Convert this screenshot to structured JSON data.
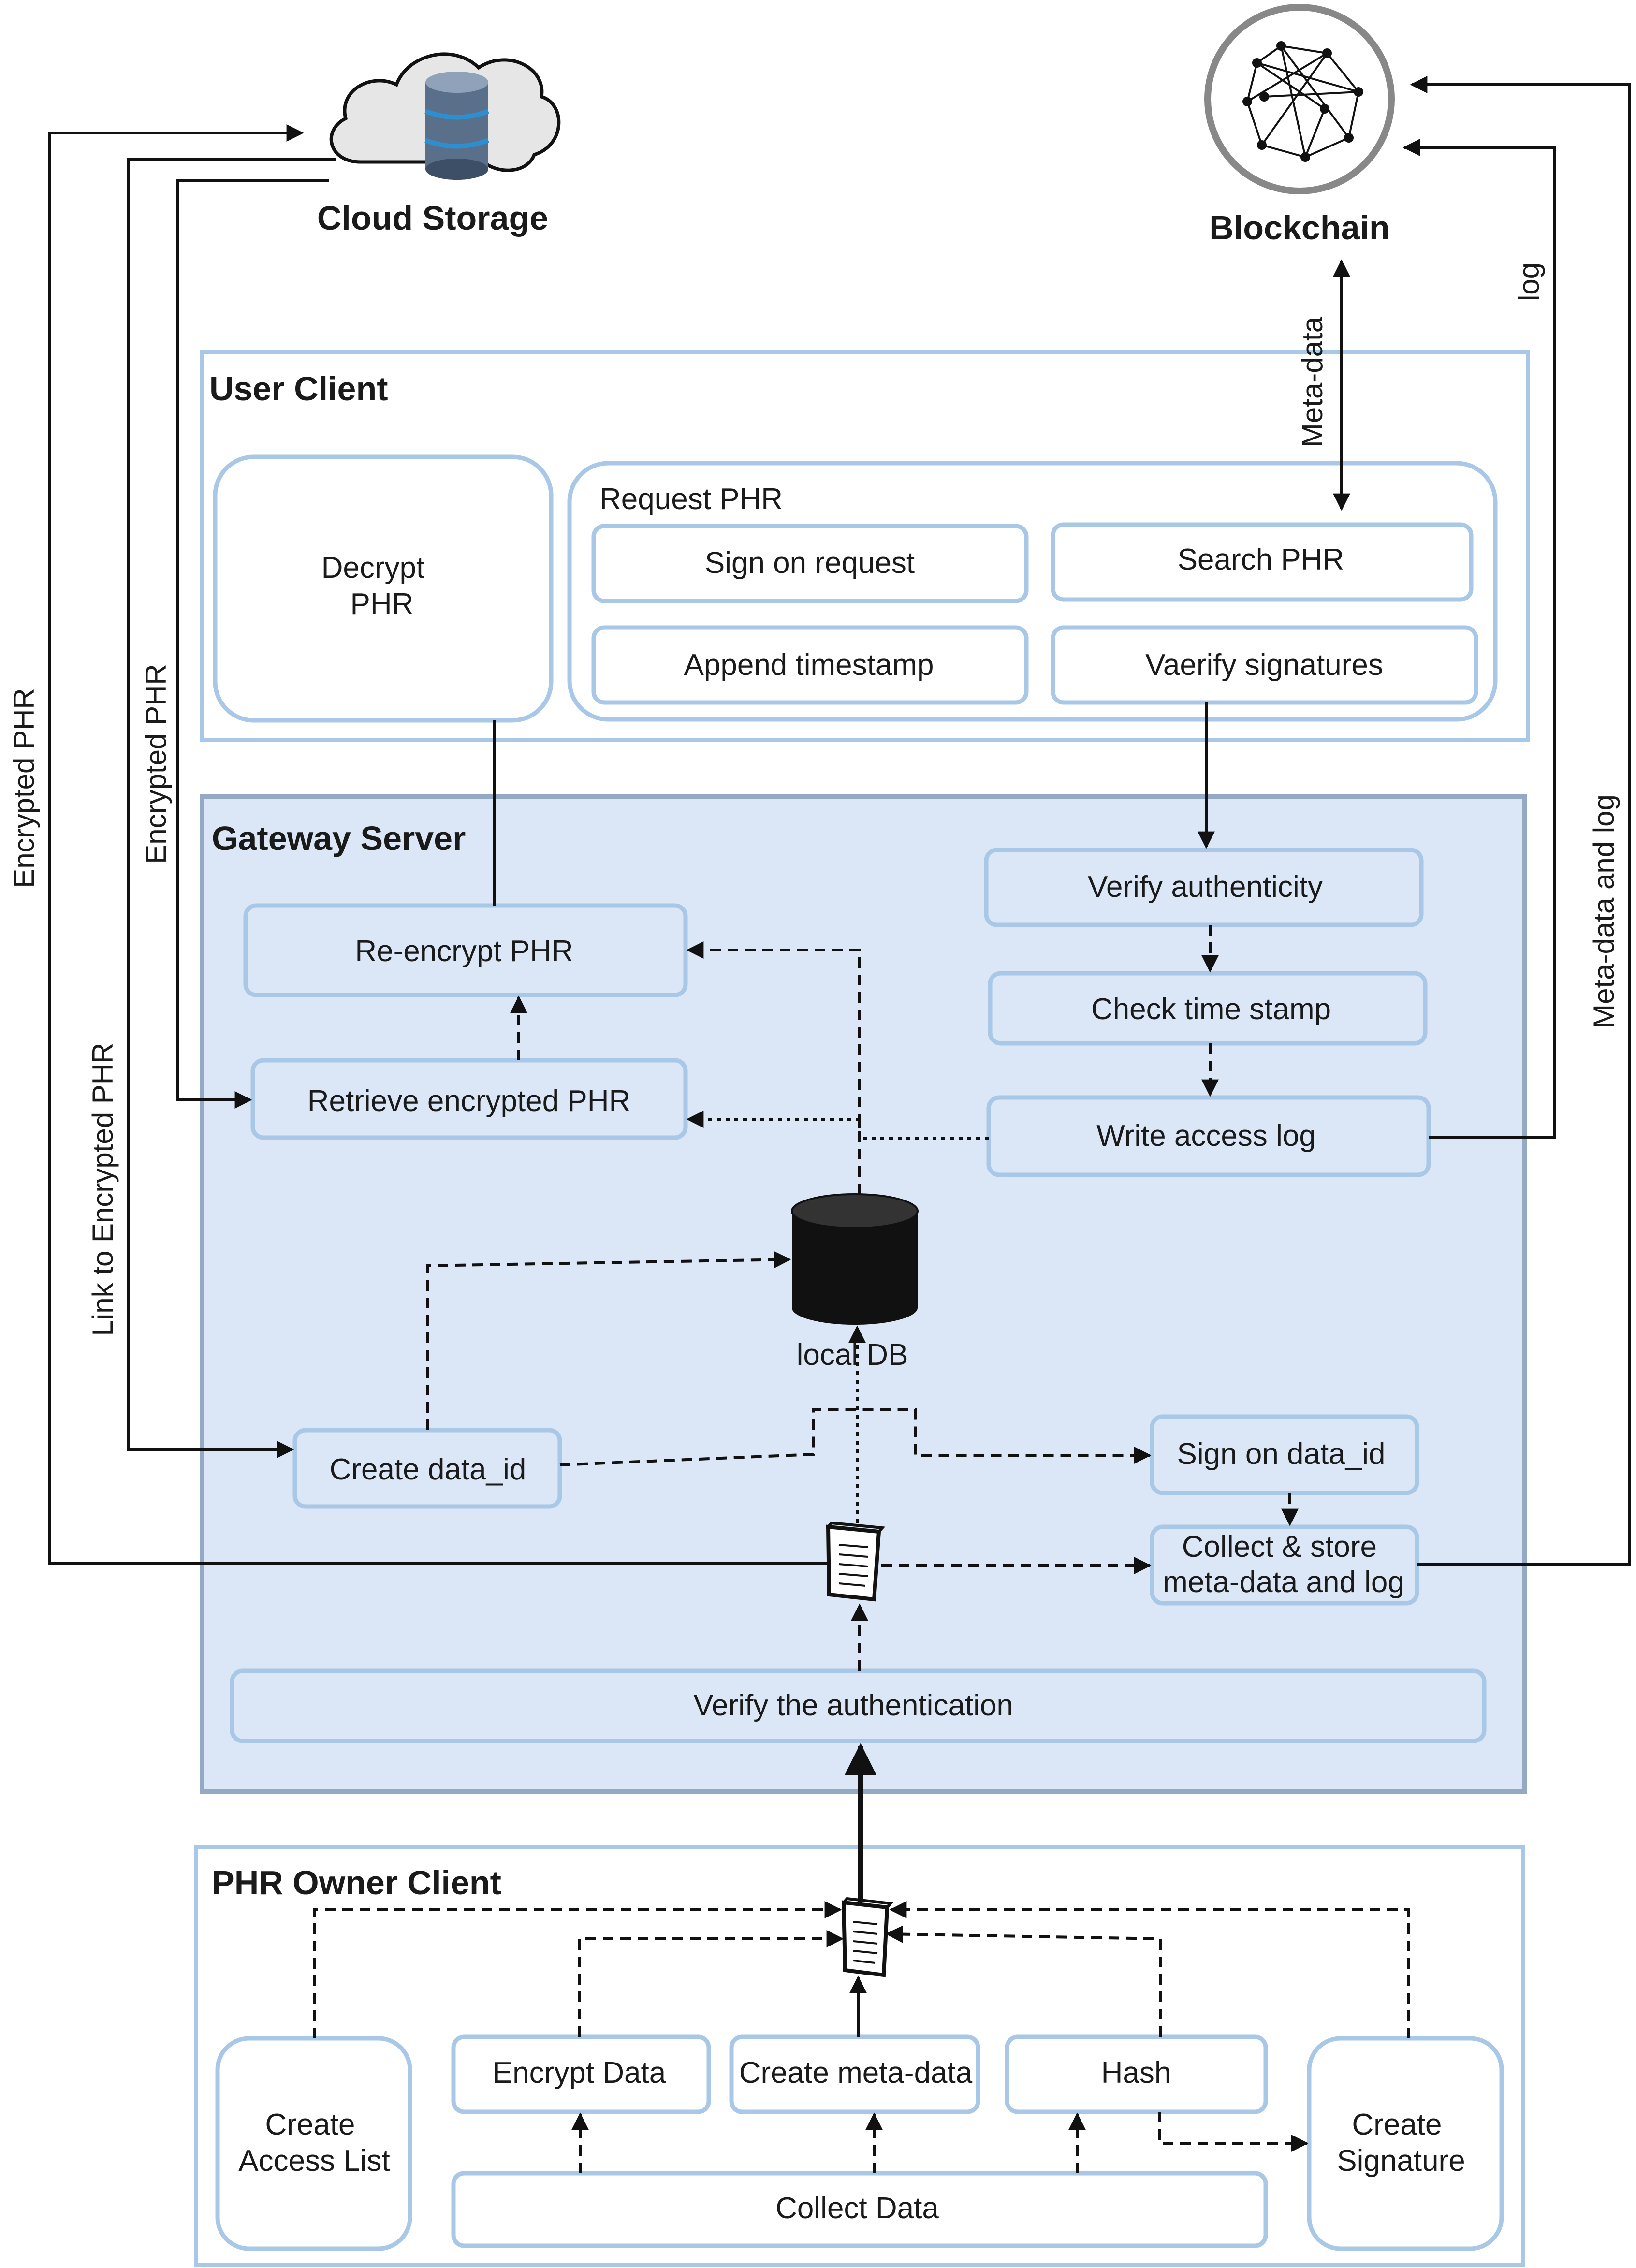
{
  "nodes": {
    "cloud_storage": "Cloud Storage",
    "blockchain": "Blockchain"
  },
  "user_client": {
    "title": "User Client",
    "decrypt_phr": [
      "Decrypt",
      "PHR"
    ],
    "request_phr": "Request PHR",
    "sign_on_request": "Sign on request",
    "search_phr": "Search PHR",
    "append_timestamp": "Append timestamp",
    "verify_signatures": "Vaerify signatures"
  },
  "gateway_server": {
    "title": "Gateway  Server",
    "re_encrypt_phr": "Re-encrypt PHR",
    "retrieve_encrypted_phr": "Retrieve encrypted PHR",
    "verify_authenticity": "Verify authenticity",
    "check_time_stamp": "Check time stamp",
    "write_access_log": "Write access log",
    "local_db": "local DB",
    "create_data_id": "Create data_id",
    "sign_on_data_id": "Sign on data_id",
    "collect_store": [
      "Collect & store",
      "meta-data and log"
    ],
    "verify_authentication": "Verify the authentication"
  },
  "owner_client": {
    "title": "PHR Owner Client",
    "create_access_list": [
      "Create",
      "Access List"
    ],
    "encrypt_data": "Encrypt Data",
    "create_meta_data": "Create meta-data",
    "hash": "Hash",
    "create_signature": [
      "Create",
      "Signature"
    ],
    "collect_data": "Collect Data"
  },
  "edge_labels": {
    "encrypted_phr_outer": "Encrypted PHR",
    "encrypted_phr_inner": "Encrypted PHR",
    "link_to_encrypted_phr": "Link to Encrypted PHR",
    "meta_data": "Meta-data",
    "log": "log",
    "meta_data_and_log": "Meta-data and log"
  }
}
